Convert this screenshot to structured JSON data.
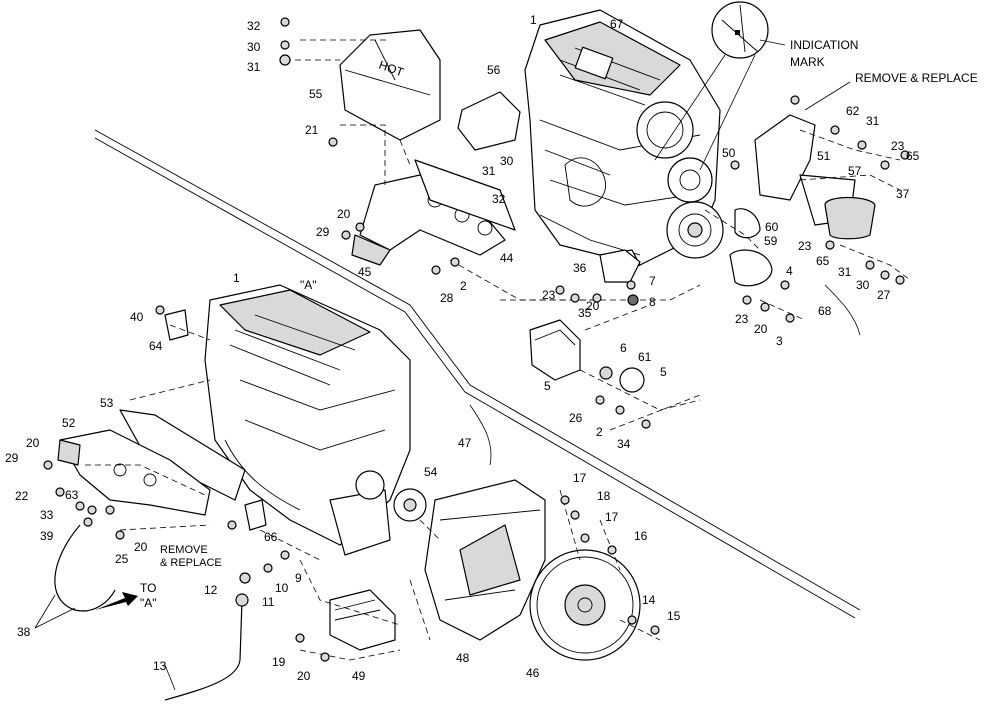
{
  "diagram": {
    "callouts": [
      "1",
      "2",
      "3",
      "4",
      "5",
      "6",
      "7",
      "8",
      "9",
      "10",
      "11",
      "12",
      "13",
      "14",
      "15",
      "16",
      "17",
      "18",
      "19",
      "20",
      "21",
      "22",
      "23",
      "25",
      "26",
      "27",
      "28",
      "29",
      "30",
      "31",
      "32",
      "33",
      "34",
      "35",
      "36",
      "37",
      "38",
      "39",
      "40",
      "44",
      "45",
      "46",
      "47",
      "48",
      "49",
      "50",
      "51",
      "52",
      "53",
      "54",
      "55",
      "56",
      "57",
      "59",
      "60",
      "61",
      "62",
      "63",
      "64",
      "65",
      "66",
      "67",
      "68"
    ],
    "notes": {
      "indication_mark": [
        "INDICATION",
        "MARK"
      ],
      "remove_replace_top": "REMOVE & REPLACE",
      "remove_replace_bottom": [
        "REMOVE",
        "& REPLACE"
      ],
      "view_a_label": "\"A\"",
      "to_a": [
        "TO",
        "\"A\""
      ],
      "hot_label": "HOT"
    }
  }
}
